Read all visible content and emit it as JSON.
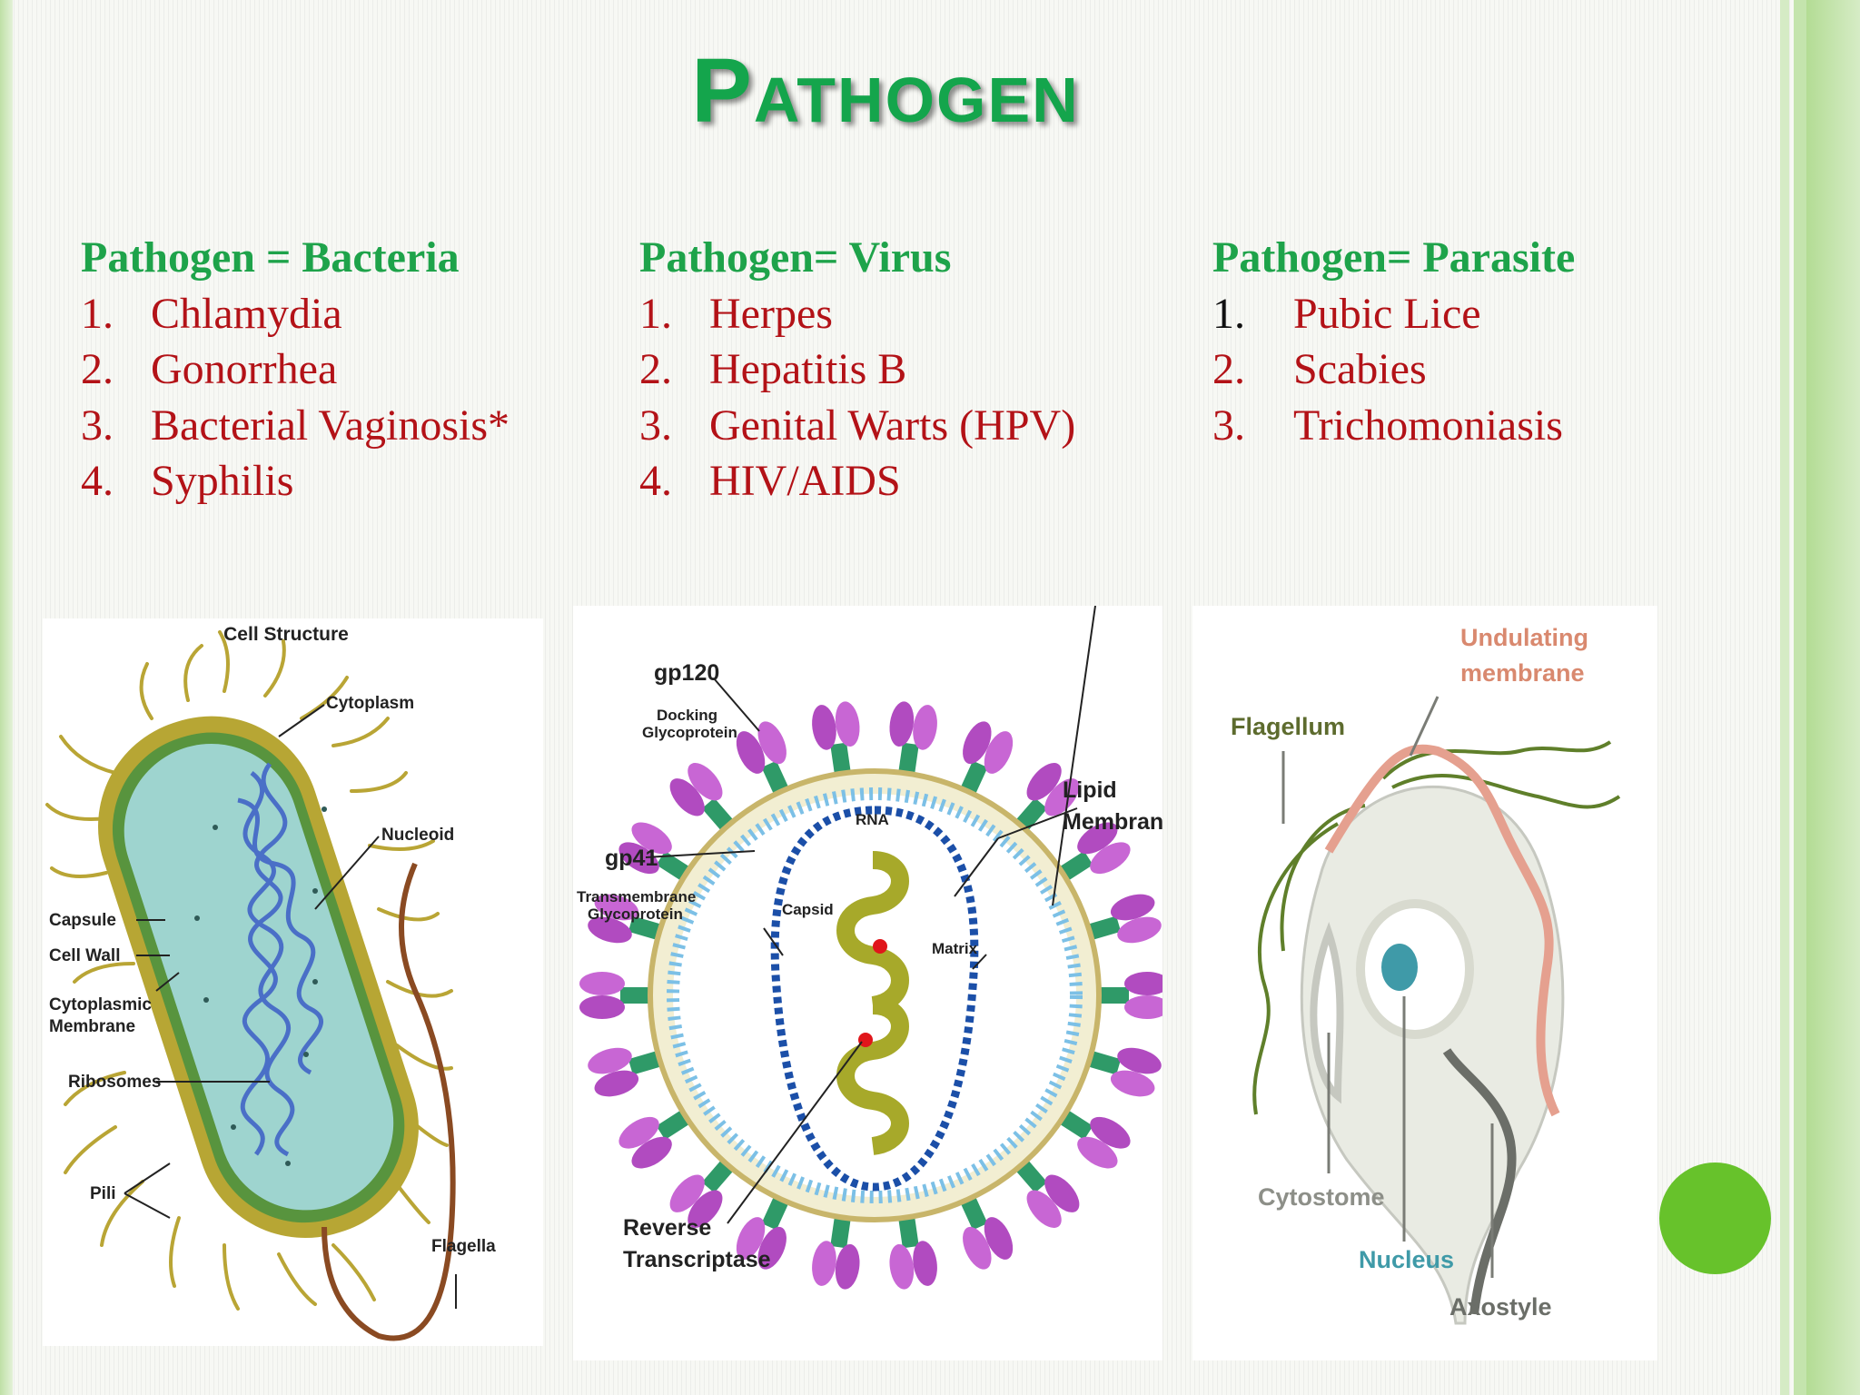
{
  "title": "Pathogen",
  "columns": [
    {
      "heading": "Pathogen = Bacteria",
      "items": [
        {
          "num": "1.",
          "text": "Chlamydia"
        },
        {
          "num": "2.",
          "text": "Gonorrhea"
        },
        {
          "num": "3.",
          "text": "Bacterial Vaginosis*"
        },
        {
          "num": "4.",
          "text": "Syphilis"
        }
      ]
    },
    {
      "heading": "Pathogen= Virus",
      "items": [
        {
          "num": "1.",
          "text": "Herpes"
        },
        {
          "num": "2.",
          "text": "Hepatitis B"
        },
        {
          "num": "3.",
          "text": "Genital Warts (HPV)"
        },
        {
          "num": "4.",
          "text": "HIV/AIDS"
        }
      ]
    },
    {
      "heading": "Pathogen= Parasite",
      "items": [
        {
          "num": "1.",
          "text": "Pubic Lice"
        },
        {
          "num": "2.",
          "text": "Scabies"
        },
        {
          "num": "3.",
          "text": "Trichomoniasis"
        }
      ]
    }
  ],
  "bacteria_diagram": {
    "title": "Cell Structure",
    "labels": {
      "cytoplasm": "Cytoplasm",
      "nucleoid": "Nucleoid",
      "capsule": "Capsule",
      "cell_wall": "Cell Wall",
      "cytoplasmic_membrane": [
        "Cytoplasmic",
        "Membrane"
      ],
      "ribosomes": "Ribosomes",
      "pili": "Pili",
      "flagella": "Flagella"
    }
  },
  "virus_diagram": {
    "labels": {
      "gp120": "gp120",
      "gp120_desc": [
        "Docking",
        "Glycoprotein"
      ],
      "gp41": "gp41",
      "gp41_desc": [
        "Transmembrane",
        "Glycoprotein"
      ],
      "lipid_membrane": [
        "Lipid",
        "Membrane"
      ],
      "rna": "RNA",
      "capsid": "Capsid",
      "matrix": "Matrix",
      "reverse_transcriptase": [
        "Reverse",
        "Transcriptase"
      ]
    }
  },
  "parasite_diagram": {
    "labels": {
      "undulating_membrane": [
        "Undulating",
        "membrane"
      ],
      "flagellum": "Flagellum",
      "cytostome": "Cytostome",
      "nucleus": "Nucleus",
      "axostyle": "Axostyle"
    }
  },
  "colors": {
    "title": "#14a54c",
    "heading": "#1ea34a",
    "item_text": "#b31217",
    "accent_circle": "#67c22b"
  }
}
